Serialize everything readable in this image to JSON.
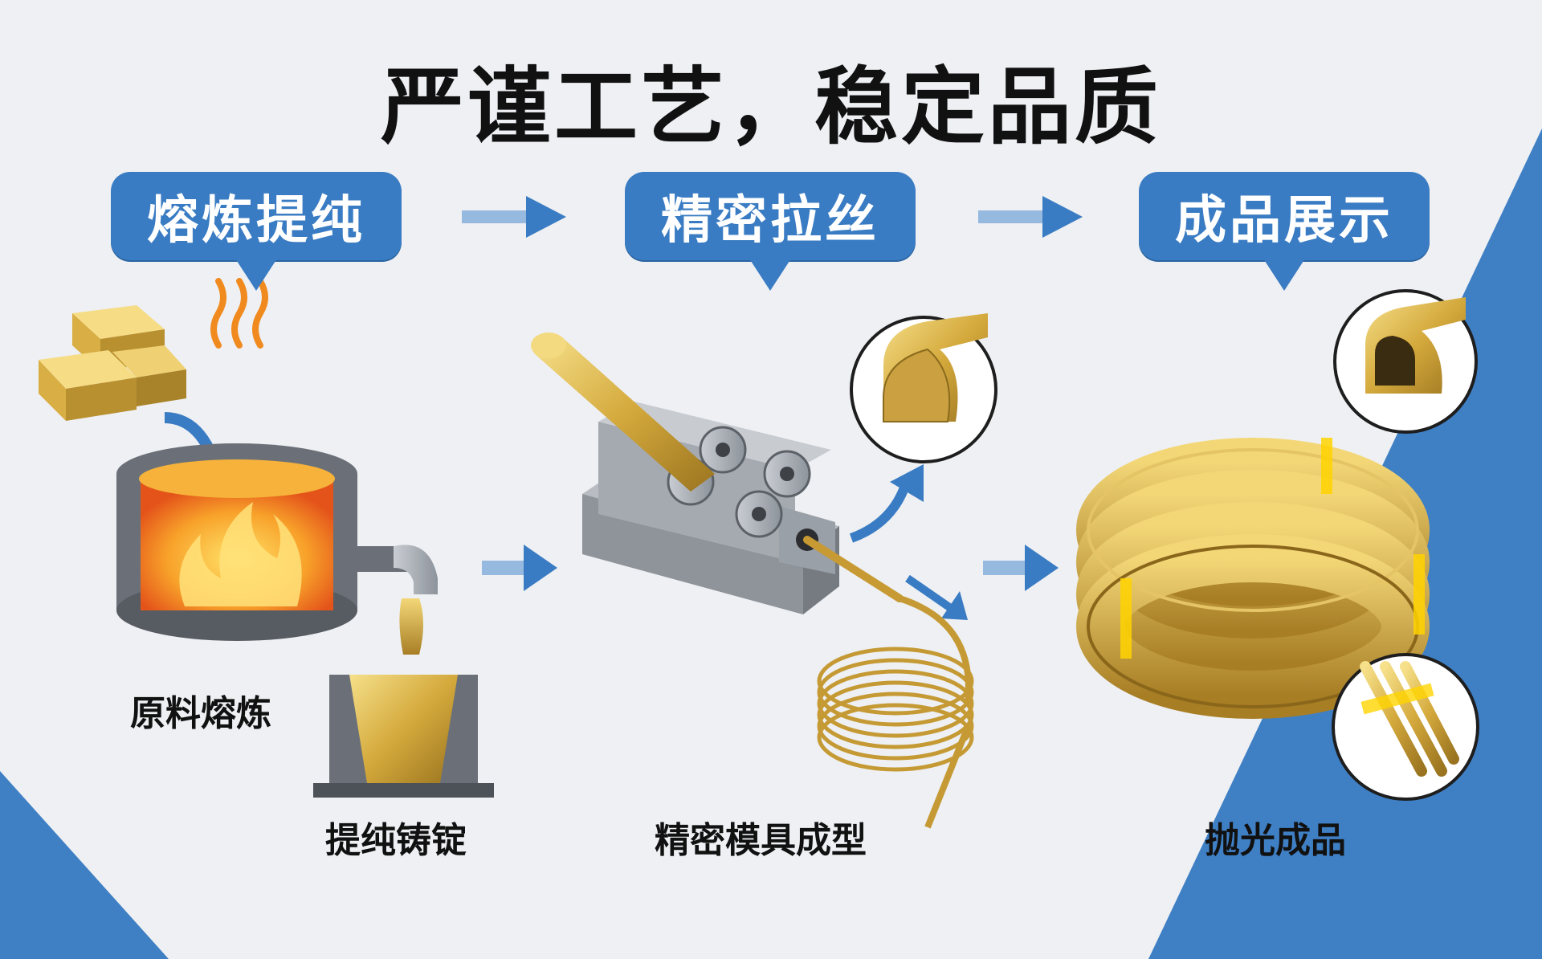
{
  "title": "严谨工艺，稳定品质",
  "stages": [
    {
      "id": "melting",
      "label": "熔炼提纯"
    },
    {
      "id": "drawing",
      "label": "精密拉丝"
    },
    {
      "id": "display",
      "label": "成品展示"
    }
  ],
  "captions": {
    "raw_melting": "原料熔炼",
    "ingot": "提纯铸锭",
    "die_forming": "精密模具成型",
    "polished": "抛光成品"
  },
  "colors": {
    "accent_blue": "#3a7cc3",
    "background": "#eef0f3",
    "gold": "#d9b24a",
    "fire": "#f59a23"
  },
  "icons": [
    "gold-bar-icon",
    "heat-wave-icon",
    "furnace-icon",
    "mold-icon",
    "drawing-machine-icon",
    "wire-coil-icon",
    "cross-section-icon",
    "arrow-right-icon"
  ]
}
